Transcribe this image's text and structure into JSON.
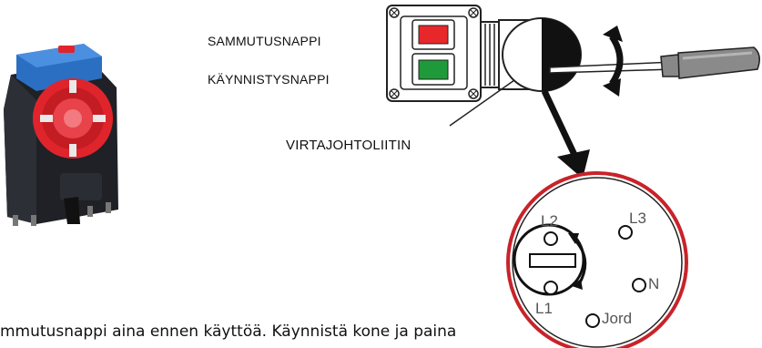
{
  "labels": {
    "stop_button": "SAMMUTUSNAPPI",
    "start_button": "KÄYNNISTYSNAPPI",
    "power_connector": "VIRTAJOHTOLIITIN"
  },
  "socket_pins": {
    "l2": "L2",
    "l3": "L3",
    "n": "N",
    "l1": "L1",
    "earth": "Jord"
  },
  "instruction_text": "mmutusnappi aina ennen käyttöä. Käynnistä kone ja paina",
  "colors": {
    "stop_button": "#e8272a",
    "start_button": "#1f9a3a",
    "plug_red": "#e0242c",
    "plug_blue": "#2b6fc2",
    "socket_ring": "#c8232a"
  }
}
